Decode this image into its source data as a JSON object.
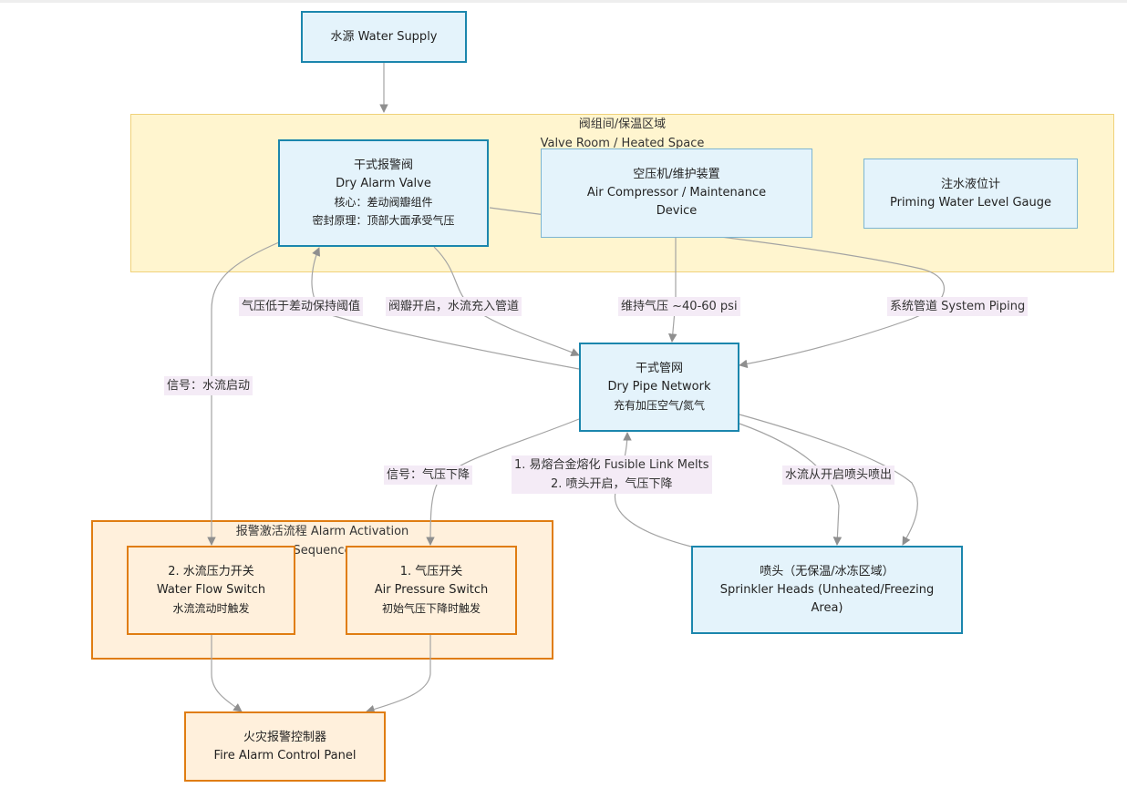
{
  "groups": {
    "valve_room": {
      "title_line1": "阀组间/保温区域",
      "title_line2": "Valve Room / Heated Space"
    },
    "alarm_sequence": {
      "title_line1": "报警激活流程 Alarm Activation",
      "title_line2": "Sequence"
    }
  },
  "nodes": {
    "water_supply": {
      "line1": "水源 Water Supply"
    },
    "dry_alarm_valve": {
      "line1": "干式报警阀",
      "line2": "Dry Alarm Valve",
      "line3": "核心：差动阀瓣组件",
      "line4": "密封原理：顶部大面承受气压"
    },
    "air_compressor": {
      "line1": "空压机/维护装置",
      "line2": "Air Compressor / Maintenance",
      "line3": "Device"
    },
    "priming_gauge": {
      "line1": "注水液位计",
      "line2": "Priming Water Level Gauge"
    },
    "dry_pipe_network": {
      "line1": "干式管网",
      "line2": "Dry Pipe Network",
      "line3": "充有加压空气/氮气"
    },
    "water_flow_switch": {
      "line1": "2. 水流压力开关",
      "line2": "Water Flow Switch",
      "line3": "水流流动时触发"
    },
    "air_pressure_switch": {
      "line1": "1. 气压开关",
      "line2": "Air Pressure Switch",
      "line3": "初始气压下降时触发"
    },
    "sprinkler_heads": {
      "line1": "喷头（无保温/冰冻区域）",
      "line2": "Sprinkler Heads (Unheated/Freezing",
      "line3": "Area)"
    },
    "fire_alarm_panel": {
      "line1": "火灾报警控制器",
      "line2": "Fire Alarm Control Panel"
    }
  },
  "edge_labels": {
    "pressure_below_threshold": "气压低于差动保持阈值",
    "clapper_opens": "阀瓣开启，水流充入管道",
    "maintain_pressure": "维持气压 ~40-60 psi",
    "system_piping": "系统管道 System Piping",
    "signal_water_flow": "信号：水流启动",
    "signal_pressure_drop": "信号：气压下降",
    "fusible_link_line1": "1. 易熔合金熔化 Fusible Link Melts",
    "fusible_link_line2": "2. 喷头开启，气压下降",
    "water_sprays": "水流从开启喷头喷出"
  },
  "colors": {
    "node_blue_border": "#1b86ad",
    "node_blue_fill": "#e4f3fb",
    "group_yellow_fill": "#fff5cf",
    "group_yellow_border": "#f0d27a",
    "orange_border": "#e07d12",
    "orange_fill": "#fff0dc",
    "edge_color": "#a3a3a3",
    "label_bg": "#f4ebf6"
  }
}
